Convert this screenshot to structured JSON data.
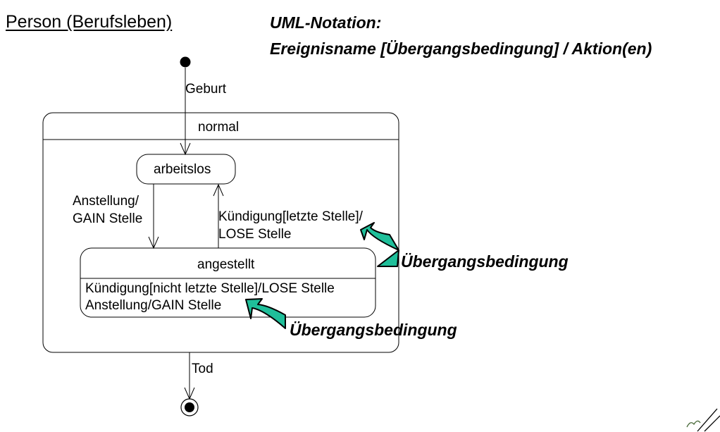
{
  "title": "Person (Berufsleben)",
  "notation": {
    "heading": "UML-Notation:",
    "syntax": "Ereignisname [Übergangsbedingung] / Aktion(en)"
  },
  "states": {
    "composite": "normal",
    "arbeitslos": "arbeitslos",
    "angestellt": "angestellt",
    "internal": [
      "Kündigung[nicht letzte Stelle]/LOSE Stelle",
      "Anstellung/GAIN Stelle"
    ]
  },
  "transitions": {
    "birth": "Geburt",
    "hire": [
      "Anstellung/",
      "GAIN Stelle"
    ],
    "fire": [
      "Kündigung[letzte Stelle]/",
      "LOSE Stelle"
    ],
    "death": "Tod"
  },
  "annotations": [
    "Übergangsbedingung",
    "Übergangsbedingung"
  ],
  "colors": {
    "accent": "#1fbf9a",
    "line": "#000000"
  }
}
